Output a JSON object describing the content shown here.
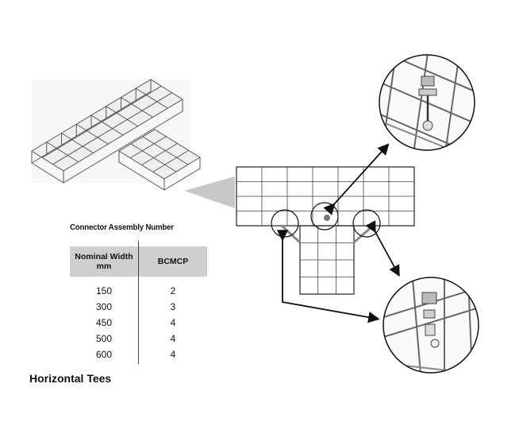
{
  "connector_table": {
    "title": "Connector Assembly Number",
    "headers": [
      "Nominal Width\nmm",
      "BCMCP"
    ],
    "rows": [
      {
        "width": "150",
        "bcmcp": "2"
      },
      {
        "width": "300",
        "bcmcp": "3"
      },
      {
        "width": "450",
        "bcmcp": "4"
      },
      {
        "width": "500",
        "bcmcp": "4"
      },
      {
        "width": "600",
        "bcmcp": "4"
      }
    ]
  },
  "caption": "Horizontal Tees",
  "colors": {
    "header_bg": "#cfcfcf",
    "line": "#222222",
    "tray_fill": "#d6d6d6"
  }
}
